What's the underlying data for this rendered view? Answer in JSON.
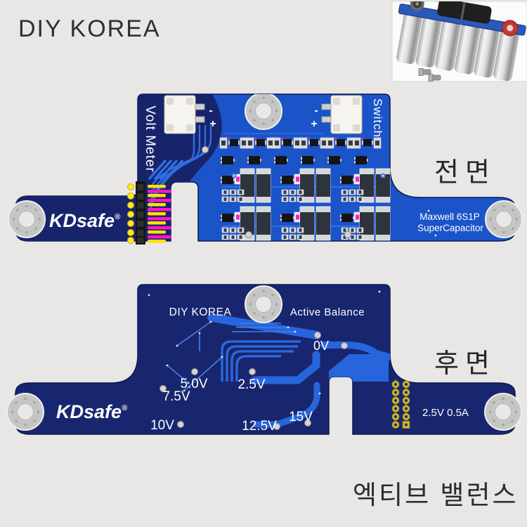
{
  "page": {
    "brand_header": "DIY KOREA",
    "front_view_label": "전면",
    "back_view_label": "후면",
    "bottom_caption": "엑티브 밸런스",
    "background_color": "#e8e7e6"
  },
  "front_board": {
    "volt_meter_label": "Volt Meter",
    "switch_label": "Switch",
    "polarity_minus": "-",
    "polarity_plus": "+",
    "model_line1": "Maxwell  6S1P",
    "model_line2": "SuperCapacitor",
    "brand": "KDsafe",
    "brand_reg": "®"
  },
  "back_board": {
    "brand": "KDsafe",
    "brand_reg": "®",
    "maker_label": "DIY KOREA",
    "feature_label": "Active Balance",
    "balance_spec": "2.5V 0.5A",
    "voltage_points": [
      "0V",
      "2.5V",
      "5.0V",
      "7.5V",
      "10V",
      "12.5V",
      "15V"
    ]
  },
  "colors": {
    "board_blue": "#1b53c8",
    "board_navy": "#17246c",
    "trace_blue": "#2f6ee2",
    "thick_trace_blue": "#2765dd",
    "silkscreen_white": "#ffffff",
    "pad_silver": "#c6c6c4",
    "pad_gold": "#cdb92f",
    "wire_yellow": "#ffe100",
    "wire_magenta": "#ff14c8",
    "led_magenta": "#ff22c4",
    "photo_plate_blue": "#2a59bb",
    "terminal_red": "#c4372e"
  }
}
